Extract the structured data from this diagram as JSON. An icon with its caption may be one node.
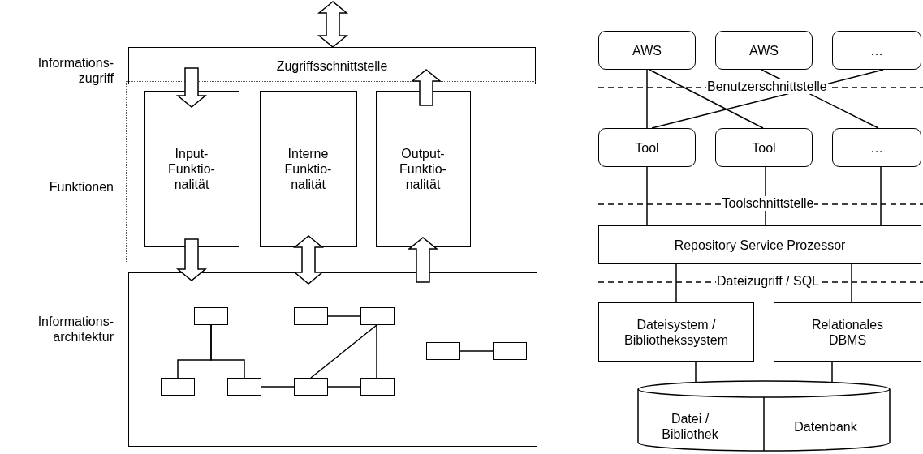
{
  "diagram": {
    "nodes": [
      {
        "text": [
          "Zugriffsschnittstelle"
        ],
        "beside": [
          "Informations- zugriff"
        ]
      },
      {
        "text": [],
        "shape": "box",
        "beside": [
          "Funktionen"
        ]
      },
      {
        "text": [
          "Input- Funktio- nalität"
        ],
        "in": 1
      },
      {
        "text": [
          "Interne Funktio- nalität"
        ],
        "in": 1
      },
      {
        "text": [
          "Output- Funktio- nalität"
        ],
        "in": 1
      },
      {
        "text": [],
        "shape": "box",
        "beside": [
          "Informations- architektur"
        ]
      },
      {
        "text": [],
        "shape": "box",
        "in": 5
      },
      {
        "text": [],
        "shape": "box",
        "in": 5
      },
      {
        "text": [],
        "shape": "box",
        "in": 5
      },
      {
        "text": [],
        "shape": "box",
        "in": 5
      },
      {
        "text": [],
        "shape": "box",
        "in": 5
      },
      {
        "text": [],
        "shape": "box",
        "in": 5
      },
      {
        "text": [],
        "shape": "box",
        "in": 5
      },
      {
        "text": [],
        "shape": "box",
        "in": 5
      },
      {
        "text": [],
        "shape": "box",
        "in": 5
      },
      {
        "text": [
          "AWS"
        ]
      },
      {
        "text": [
          "AWS"
        ]
      },
      {
        "text": [
          "…"
        ]
      },
      {
        "text": [
          "Tool"
        ]
      },
      {
        "text": [
          "Tool"
        ]
      },
      {
        "text": [
          "…"
        ]
      },
      {
        "text": [
          "Repository Service Prozessor"
        ]
      },
      {
        "text": [
          "Dateisystem / Bibliothekssystem"
        ]
      },
      {
        "text": [
          "Relationales DBMS"
        ]
      },
      {
        "text": [
          "Datei / Bibliothek",
          "Datenbank"
        ]
      }
    ],
    "edges": [
      {
        "from": null,
        "to": 0,
        "arrow": "both",
        "style": "thick"
      },
      {
        "from": 0,
        "to": 2,
        "arrow": "to",
        "style": "thick"
      },
      {
        "from": 4,
        "to": 0,
        "arrow": "to",
        "style": "thick"
      },
      {
        "from": 2,
        "to": 5,
        "arrow": "to",
        "style": "thick"
      },
      {
        "from": 3,
        "to": 5,
        "arrow": "both",
        "style": "thick"
      },
      {
        "from": 5,
        "to": 4,
        "arrow": "to",
        "style": "thick"
      },
      {
        "from": 6,
        "to": 11,
        "arrow": "none"
      },
      {
        "from": 6,
        "to": 12,
        "arrow": "none"
      },
      {
        "from": 7,
        "to": 8,
        "arrow": "none"
      },
      {
        "from": 8,
        "to": 13,
        "arrow": "none"
      },
      {
        "from": 8,
        "to": 14,
        "arrow": "none"
      },
      {
        "from": 12,
        "to": 13,
        "arrow": "none"
      },
      {
        "from": 13,
        "to": 14,
        "arrow": "none"
      },
      {
        "from": 9,
        "to": 10,
        "arrow": "none"
      },
      {
        "from": 15,
        "to": 18,
        "arrow": "none"
      },
      {
        "from": 15,
        "to": 19,
        "arrow": "none"
      },
      {
        "from": 16,
        "to": 20,
        "arrow": "none"
      },
      {
        "from": 17,
        "to": 18,
        "arrow": "none"
      },
      {
        "from": 18,
        "to": 21,
        "arrow": "none"
      },
      {
        "from": 19,
        "to": 21,
        "arrow": "none"
      },
      {
        "from": 20,
        "to": 21,
        "arrow": "none"
      },
      {
        "from": 21,
        "to": 22,
        "arrow": "none"
      },
      {
        "from": 21,
        "to": 23,
        "arrow": "none"
      },
      {
        "from": 22,
        "to": 24,
        "arrow": "none"
      },
      {
        "from": 23,
        "to": 24,
        "arrow": "none"
      }
    ],
    "labels": [
      "Benutzerschnittstelle",
      "Toolschnittstelle",
      "Dateizugriff / SQL"
    ]
  }
}
